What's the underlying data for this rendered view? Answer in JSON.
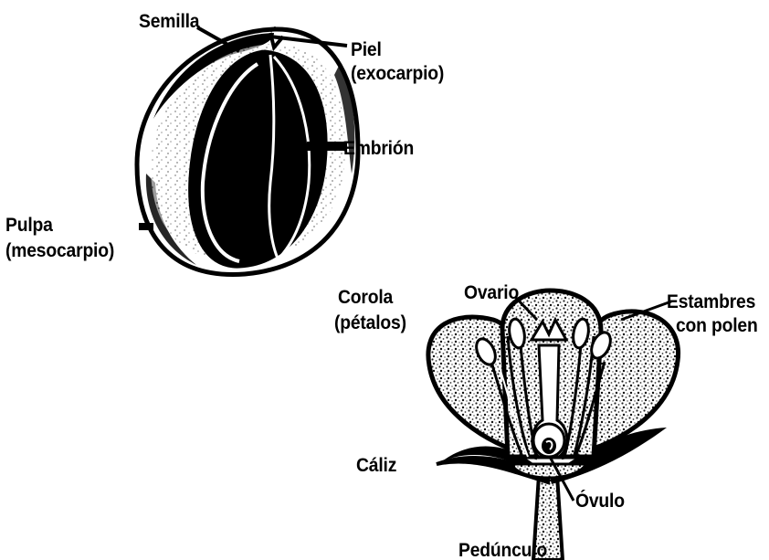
{
  "fruit": {
    "labels": {
      "seed": "Semilla",
      "skin_line1": "Piel",
      "skin_line2": "(exocarpio)",
      "embryo": "Embrión",
      "pulp_line1": "Pulpa",
      "pulp_line2": "(mesocarpio)"
    }
  },
  "flower": {
    "labels": {
      "corolla_line1": "Corola",
      "corolla_line2": "(pétalos)",
      "ovary": "Ovario",
      "stamens_line1": "Estambres",
      "stamens_line2": "con polen",
      "calyx": "Cáliz",
      "ovule": "Óvulo",
      "peduncle": "Pedúnculo"
    }
  },
  "colors": {
    "ink": "#000000",
    "paper": "#ffffff",
    "stipple": "#6b6b6b"
  }
}
